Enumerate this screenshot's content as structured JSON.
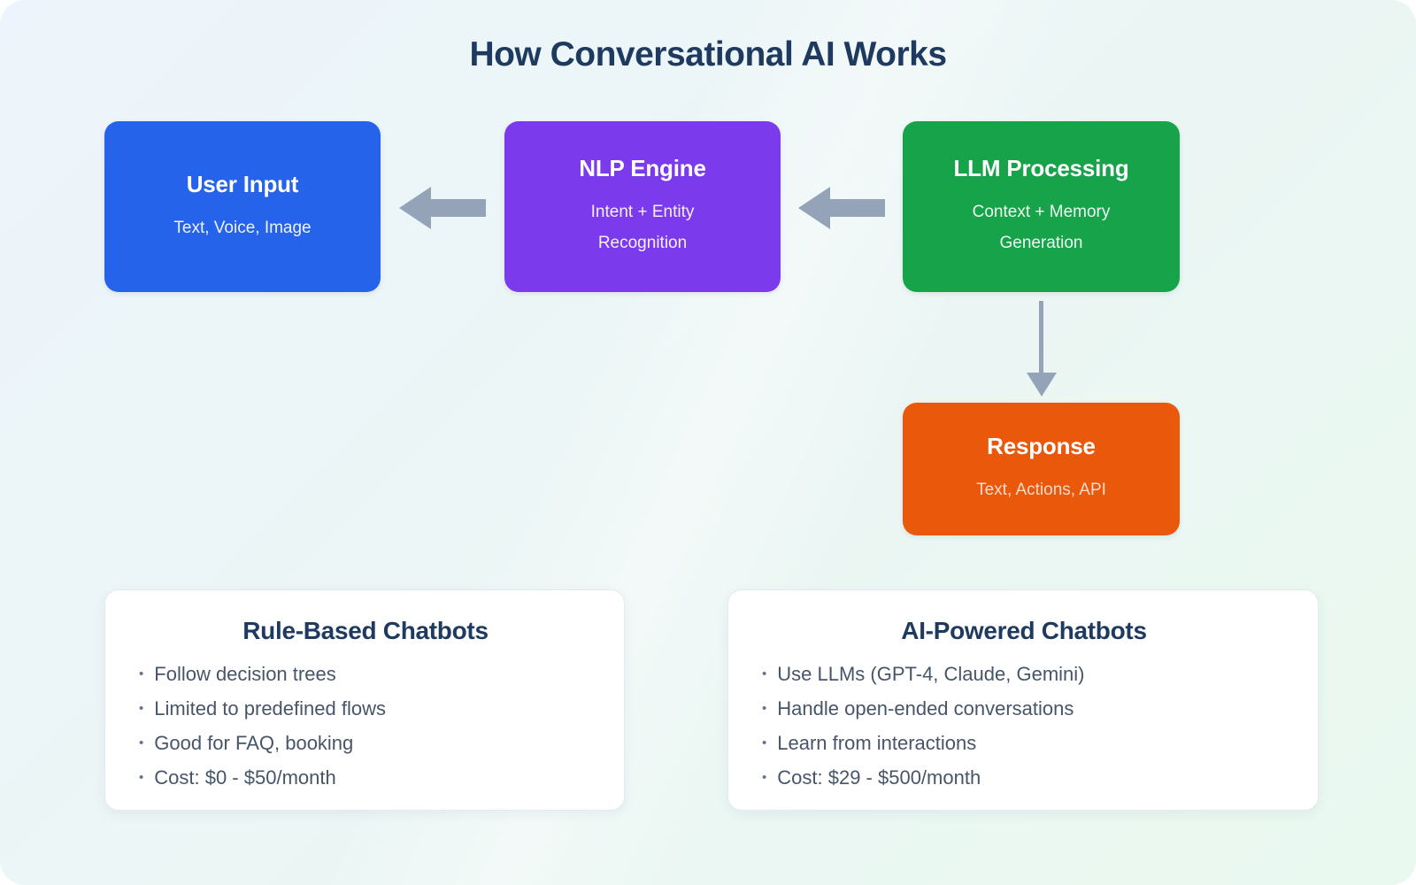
{
  "title": "How Conversational AI Works",
  "flow": {
    "arrow_color": "#94a3b8",
    "nodes": [
      {
        "id": "user-input",
        "title": "User Input",
        "subtitle": "Text, Voice, Image",
        "color": "#2563eb"
      },
      {
        "id": "nlp-engine",
        "title": "NLP Engine",
        "subtitle": "Intent + Entity Recognition",
        "color": "#7c3aed"
      },
      {
        "id": "llm-processing",
        "title": "LLM Processing",
        "subtitle": "Context + Memory Generation",
        "color": "#16a34a"
      },
      {
        "id": "response",
        "title": "Response",
        "subtitle": "Text, Actions, API",
        "color": "#ea580c"
      }
    ],
    "edges": [
      {
        "from": "nlp-engine",
        "to": "user-input",
        "direction": "left"
      },
      {
        "from": "llm-processing",
        "to": "nlp-engine",
        "direction": "left"
      },
      {
        "from": "llm-processing",
        "to": "response",
        "direction": "down"
      }
    ]
  },
  "cards": [
    {
      "title": "Rule-Based Chatbots",
      "bullets": [
        "Follow decision trees",
        "Limited to predefined flows",
        "Good for FAQ, booking",
        "Cost: $0 - $50/month"
      ]
    },
    {
      "title": "AI-Powered Chatbots",
      "bullets": [
        "Use LLMs (GPT-4, Claude, Gemini)",
        "Handle open-ended conversations",
        "Learn from interactions",
        "Cost: $29 - $500/month"
      ]
    }
  ],
  "colors": {
    "background_start": "#edf4fb",
    "background_end": "#e9f9ef",
    "heading_navy": "#1e3a5f",
    "bullet_text": "#475569",
    "arrow_gray": "#94a3b8",
    "card_border": "#e4eaf2"
  }
}
